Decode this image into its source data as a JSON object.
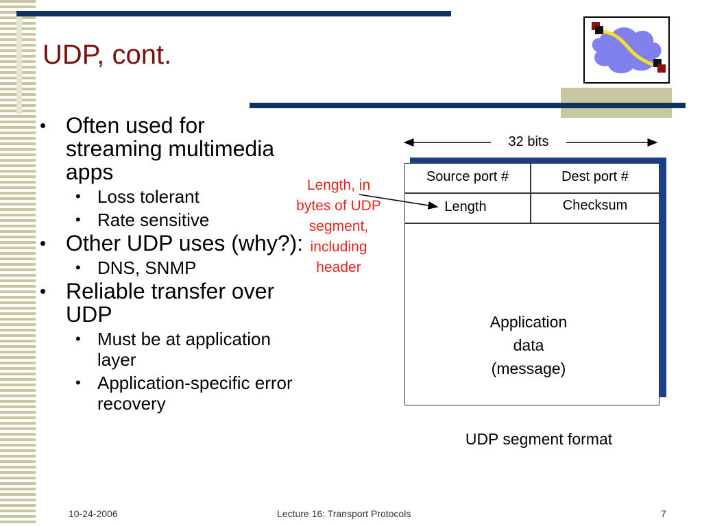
{
  "slide": {
    "title": "UDP, cont.",
    "bullets": [
      {
        "text": "Often used for streaming multimedia apps",
        "sub": [
          "Loss tolerant",
          "Rate sensitive"
        ]
      },
      {
        "text": "Other UDP uses (why?):",
        "sub": [
          "DNS, SNMP"
        ]
      },
      {
        "text": "Reliable transfer over UDP",
        "sub": [
          "Must be at application layer",
          "Application-specific error recovery"
        ]
      }
    ],
    "bullet_glyph": "•"
  },
  "diagram": {
    "width_label": "32 bits",
    "fields": {
      "source_port": "Source port #",
      "dest_port": "Dest port #",
      "length": "Length",
      "checksum": "Checksum",
      "app_data_line1": "Application",
      "app_data_line2": "data",
      "app_data_line3": "(message)"
    },
    "annotation_lines": [
      "Length, in",
      "bytes of UDP",
      "segment,",
      "including",
      "header"
    ],
    "caption": "UDP segment format",
    "annotation_color": "#e8251c"
  },
  "footer": {
    "date": "10-24-2006",
    "course": "Lecture 16: Transport Protocols",
    "page": "7"
  },
  "colors": {
    "title": "#7a1010",
    "rule_navy": "#0b3560",
    "stripe_tan": "#c8c8a0"
  },
  "icons": {
    "logo": "network-cloud-logo-icon"
  }
}
